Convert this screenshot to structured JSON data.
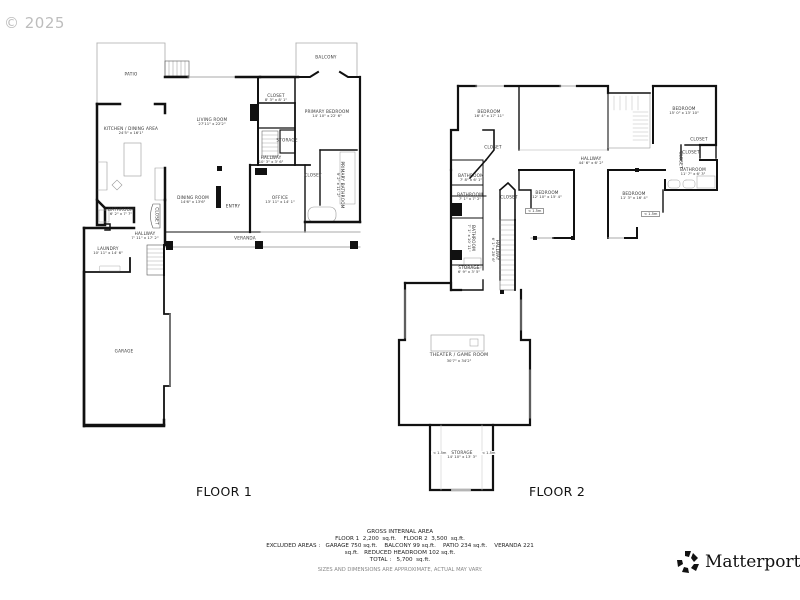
{
  "copyright": "© 2025",
  "floors": [
    {
      "label": "FLOOR 1",
      "rooms": [
        {
          "name": "PATIO",
          "dims": ""
        },
        {
          "name": "KITCHEN / DINING AREA",
          "dims": "24'5\" x 16'1\""
        },
        {
          "name": "LIVING ROOM",
          "dims": "27'11\" x 22'2\""
        },
        {
          "name": "CLOSET",
          "dims": "8' 3\" x 8' 1\""
        },
        {
          "name": "BALCONY",
          "dims": ""
        },
        {
          "name": "PRIMARY BEDROOM",
          "dims": "14' 10\" x 22' 6\""
        },
        {
          "name": "STORAGE",
          "dims": ""
        },
        {
          "name": "HALLWAY",
          "dims": "10' 3\" x 3' 6\""
        },
        {
          "name": "DINING ROOM",
          "dims": "14'6\" x 13'6\""
        },
        {
          "name": "ENTRY",
          "dims": ""
        },
        {
          "name": "OFFICE",
          "dims": "13' 11\" x 14' 1\""
        },
        {
          "name": "PRIMARY BATHROOM",
          "dims": "9' 2\" x 11' 2\""
        },
        {
          "name": "CLOSET",
          "dims": ""
        },
        {
          "name": "BATHROOM",
          "dims": "6' 2\" x 7' 7\""
        },
        {
          "name": "CLOSET",
          "dims": ""
        },
        {
          "name": "HALLWAY",
          "dims": "7' 11\" x 17' 2\""
        },
        {
          "name": "LAUNDRY",
          "dims": "10' 11\" x 14' 6\""
        },
        {
          "name": "VERANDA",
          "dims": ""
        },
        {
          "name": "GARAGE",
          "dims": ""
        }
      ]
    },
    {
      "label": "FLOOR 2",
      "rooms": [
        {
          "name": "BEDROOM",
          "dims": "16' 4\" x 17' 11\""
        },
        {
          "name": "BEDROOM",
          "dims": "15' 0\" x 13' 10\""
        },
        {
          "name": "CLOSET",
          "dims": ""
        },
        {
          "name": "CLOSET",
          "dims": ""
        },
        {
          "name": "HALLWAY",
          "dims": "44' 6\" x 6' 2\""
        },
        {
          "name": "BATHROOM",
          "dims": "7' 8\" x 6' 1\""
        },
        {
          "name": "BATHROOM",
          "dims": "7' 1\" x 7' 2\""
        },
        {
          "name": "BEDROOM",
          "dims": "12' 10\" x 15' 4\""
        },
        {
          "name": "CLOSET",
          "dims": ""
        },
        {
          "name": "BEDROOM",
          "dims": "11' 3\" x 16' 4\""
        },
        {
          "name": "CLOSET",
          "dims": ""
        },
        {
          "name": "BATHROOM",
          "dims": "11' 7\" x 6' 3\""
        },
        {
          "name": "CLOSET",
          "dims": ""
        },
        {
          "name": "BATHROOM",
          "dims": "7' 1\" x 10' 11\""
        },
        {
          "name": "HALLWAY",
          "dims": "6' 1\" x 28' 6\""
        },
        {
          "name": "STORAGE",
          "dims": "6' 9\" x 3' 5\""
        },
        {
          "name": "THEATER / GAME ROOM",
          "dims": "30'7\" x 34'2\""
        },
        {
          "name": "STORAGE",
          "dims": "14' 10\" x 13' 3\""
        }
      ],
      "height_tags": [
        "< 1.5m",
        "< 1.5m",
        "< 1.5m",
        "< 1.5m"
      ]
    }
  ],
  "summary": {
    "title": "GROSS INTERNAL AREA",
    "floor_line": "FLOOR 1  2,200  sq.ft.    FLOOR 2  3,500  sq.ft.",
    "excluded_line_1": "EXCLUDED AREAS :   GARAGE 750 sq.ft.    BALCONY 99 sq.ft.    PATIO 234 sq.ft.    VERANDA 221",
    "excluded_line_2": "sq.ft.   REDUCED HEADROOM 102 sq.ft.",
    "total_line": "TOTAL :   5,700  sq.ft.",
    "disclaimer": "SIZES AND DIMENSIONS ARE APPROXIMATE, ACTUAL MAY VARY."
  },
  "brand": {
    "name": "Matterport",
    "trademark": "·"
  }
}
